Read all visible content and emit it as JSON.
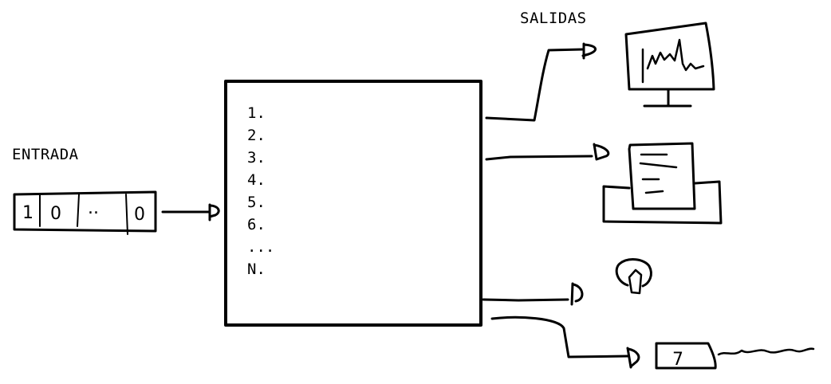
{
  "labels": {
    "input": "ENTRADA",
    "outputs": "SALIDAS"
  },
  "algorithm": {
    "steps": [
      "1.",
      "2.",
      "3.",
      "4.",
      "5.",
      "6.",
      "...",
      "N."
    ]
  },
  "input_tape": {
    "cells": [
      "1",
      "0",
      "..",
      "0"
    ]
  },
  "outputs": [
    {
      "device": "monitor-chart-icon"
    },
    {
      "device": "printer-icon"
    },
    {
      "device": "lightbulb-icon"
    },
    {
      "device": "tape-icon",
      "cell": "7"
    }
  ]
}
